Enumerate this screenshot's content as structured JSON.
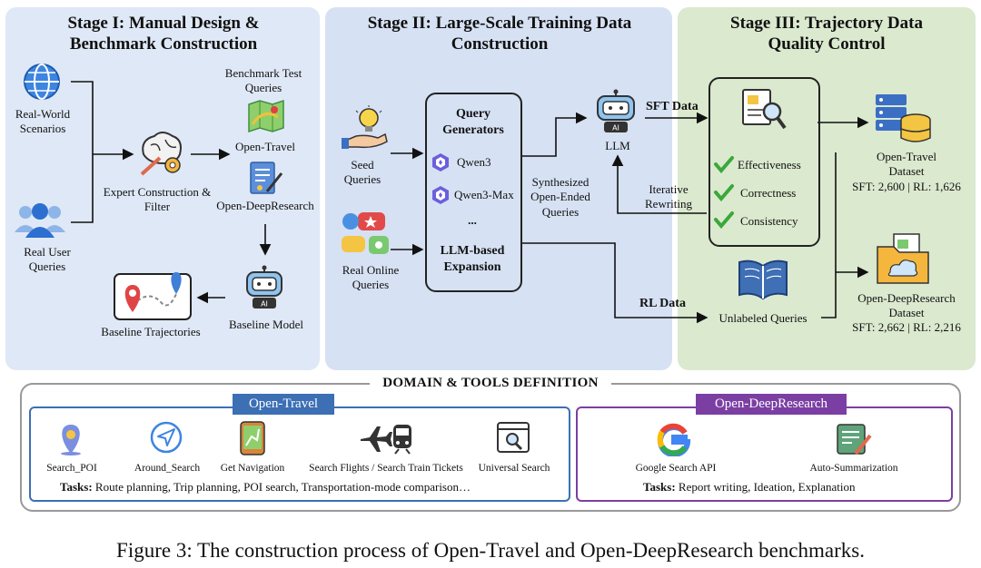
{
  "stage1": {
    "title": "Stage I: Manual Design & Benchmark Construction",
    "real_world": "Real-World Scenarios",
    "real_user": "Real User Queries",
    "expert": "Expert Construction & Filter",
    "bench_test": "Benchmark Test Queries",
    "open_travel": "Open-Travel",
    "open_deep": "Open-DeepResearch",
    "baseline_model": "Baseline Model",
    "baseline_traj": "Baseline Trajectories"
  },
  "stage2": {
    "title": "Stage II: Large-Scale Training Data Construction",
    "seed": "Seed Queries",
    "real_online": "Real Online Queries",
    "query_gen": "Query Generators",
    "qwen3": "Qwen3",
    "qwen3max": "Qwen3-Max",
    "ellipsis": "...",
    "llm_exp": "LLM-based Expansion",
    "synth": "Synthesized Open-Ended Queries",
    "llm": "LLM",
    "sft": "SFT Data",
    "rl": "RL Data"
  },
  "stage3": {
    "title": "Stage III: Trajectory Data Quality Control",
    "iter": "Iterative Rewriting",
    "eff": "Effectiveness",
    "corr": "Correctness",
    "cons": "Consistency",
    "unlabeled": "Unlabeled Queries",
    "ot_name": "Open-Travel Dataset",
    "ot_stats": "SFT: 2,600 | RL: 1,626",
    "odr_name": "Open-DeepResearch Dataset",
    "odr_stats": "SFT: 2,662 | RL: 2,216"
  },
  "domain": {
    "title": "DOMAIN & TOOLS DEFINITION",
    "travel_tag": "Open-Travel",
    "deep_tag": "Open-DeepResearch",
    "tools_travel": [
      "Search_POI",
      "Around_Search",
      "Get Navigation",
      "Search Flights / Search Train Tickets",
      "Universal Search"
    ],
    "tools_deep": [
      "Google Search API",
      "Auto-Summarization"
    ],
    "tasks_label": "Tasks:",
    "tasks_travel": "Route planning,  Trip planning,  POI search,  Transportation-mode comparison…",
    "tasks_deep": "Report writing,  Ideation,  Explanation"
  },
  "caption": "Figure 3: The construction process of Open-Travel and Open-DeepResearch benchmarks.",
  "colors": {
    "stage1_bg": "#dfe8f6",
    "stage2_bg": "#d6e1f3",
    "stage3_bg": "#dbe9cf",
    "travel_accent": "#3c6fb4",
    "deep_accent": "#7b3fa3",
    "check": "#3aa83a"
  },
  "icons": [
    "globe-icon",
    "users-icon",
    "brain-gear-icon",
    "map-icon",
    "document-icon",
    "robot-icon",
    "route-icon",
    "lightbulb-hand-icon",
    "social-bubbles-icon",
    "qwen-logo-icon",
    "magnifier-document-icon",
    "check-icon",
    "database-icon",
    "book-icon",
    "folder-icon",
    "location-pin-icon",
    "navigation-arrow-icon",
    "phone-map-icon",
    "plane-train-icon",
    "search-window-icon",
    "google-logo-icon",
    "summarize-icon"
  ]
}
